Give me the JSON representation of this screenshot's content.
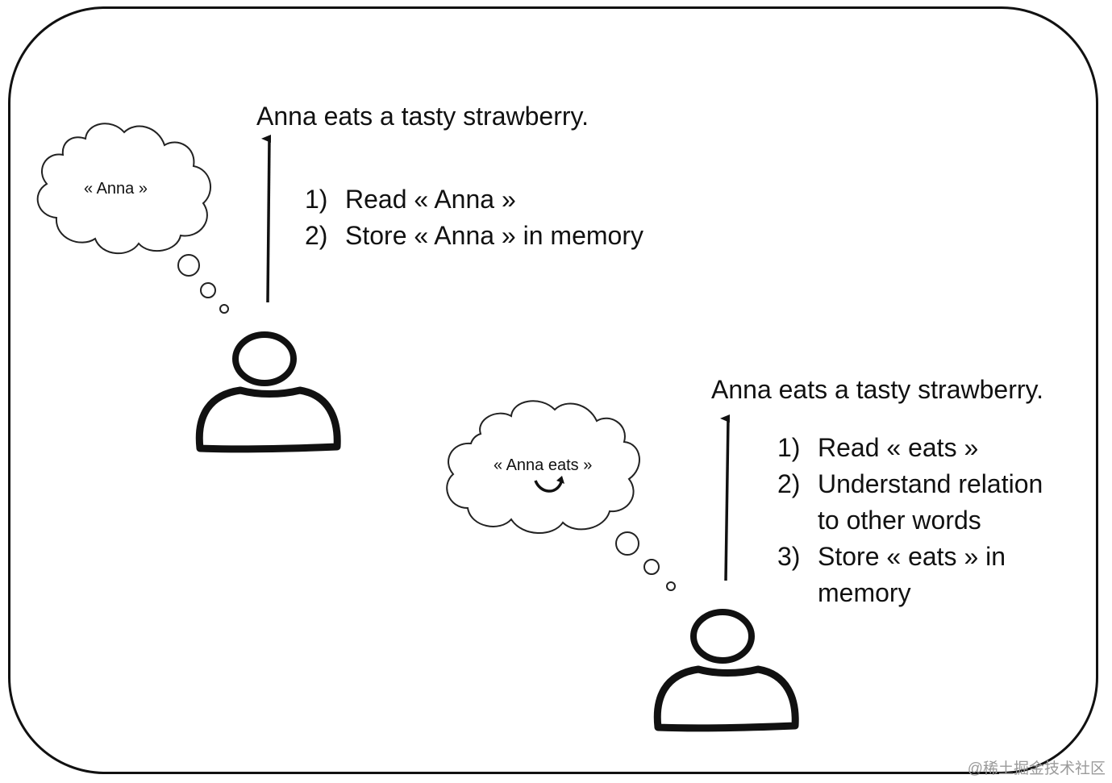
{
  "scene1": {
    "sentence": "Anna eats a tasty strawberry.",
    "thought": "« Anna »",
    "steps": [
      {
        "num": "1)",
        "text": "Read « Anna »"
      },
      {
        "num": "2)",
        "text": "Store « Anna » in memory"
      }
    ]
  },
  "scene2": {
    "sentence": "Anna eats a tasty strawberry.",
    "thought": "« Anna eats »",
    "steps": [
      {
        "num": "1)",
        "text": "Read « eats »"
      },
      {
        "num": "2)",
        "text": "Understand relation"
      },
      {
        "num": "",
        "text": "to other words"
      },
      {
        "num": "3)",
        "text": "Store « eats » in"
      },
      {
        "num": "",
        "text": "memory"
      }
    ]
  },
  "watermark": "@稀土掘金技术社区",
  "icons": {
    "person": "person-icon",
    "thought_cloud": "thought-cloud-icon",
    "arrow": "arrow-up-icon",
    "relation": "curved-arrow-icon"
  }
}
